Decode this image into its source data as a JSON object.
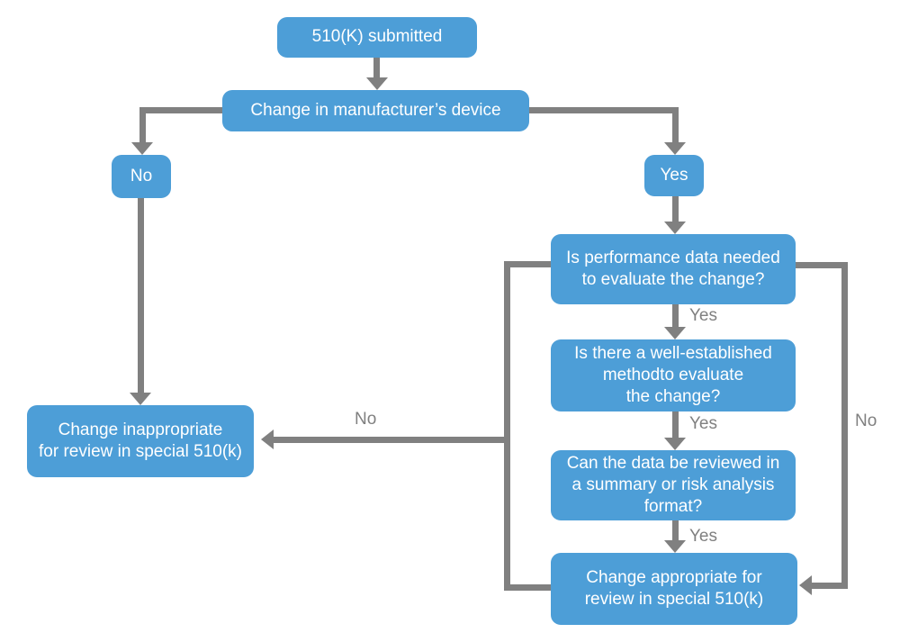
{
  "colors": {
    "box_blue": "#4d9ed7",
    "connector_gray": "#808080",
    "box_text": "#ffffff",
    "background": "#ffffff"
  },
  "flowchart": {
    "nodes": {
      "submitted": "510(K) submitted",
      "change_device": "Change in manufacturer’s device",
      "no_node": "No",
      "yes_node": "Yes",
      "inappropriate": "Change inappropriate\nfor review in special 510(k)",
      "q_performance": "Is performance data needed\nto evaluate the change?",
      "q_method": "Is there a well-established\nmethodto evaluate\nthe change?",
      "q_summary": "Can the data be reviewed in\na summary or risk analysis\nformat?",
      "appropriate": "Change appropriate for\nreview in special 510(k)"
    },
    "edge_labels": {
      "yes_after_performance": "Yes",
      "yes_after_method": "Yes",
      "yes_after_summary": "Yes",
      "no_to_inappropriate": "No",
      "no_right_rail": "No"
    }
  }
}
